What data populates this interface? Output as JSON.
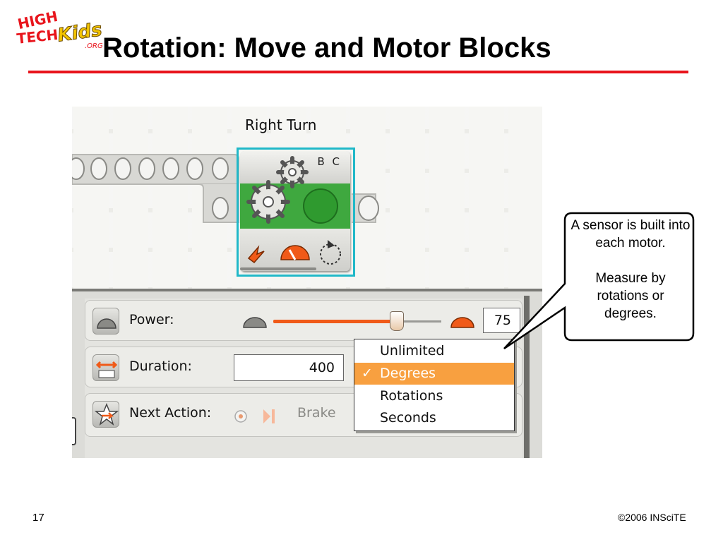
{
  "slide": {
    "title": "Rotation: Move and Motor Blocks",
    "page_number": "17",
    "copyright": "©2006 INSciTE"
  },
  "logo": {
    "alt": "High Tech Kids logo"
  },
  "block": {
    "caption": "Right Turn",
    "ports": "B C"
  },
  "config_panel": {
    "power_label": "Power:",
    "power_value": "75",
    "power_level": 0.75,
    "duration_label": "Duration:",
    "duration_value": "400",
    "next_action_label": "Next Action:",
    "brake_label": "Brake"
  },
  "dropdown": {
    "items": [
      "Unlimited",
      "Degrees",
      "Rotations",
      "Seconds"
    ],
    "selected": "Degrees",
    "check": "✓"
  },
  "callout": {
    "line1": "A sensor is built into each motor.",
    "line2": "Measure by rotations or degrees."
  },
  "colors": {
    "title_rule": "#e8141c",
    "block_green": "#3fa83f",
    "selection": "#f8a040",
    "power_slider": "#f05a18",
    "frame": "#20b8c8"
  }
}
